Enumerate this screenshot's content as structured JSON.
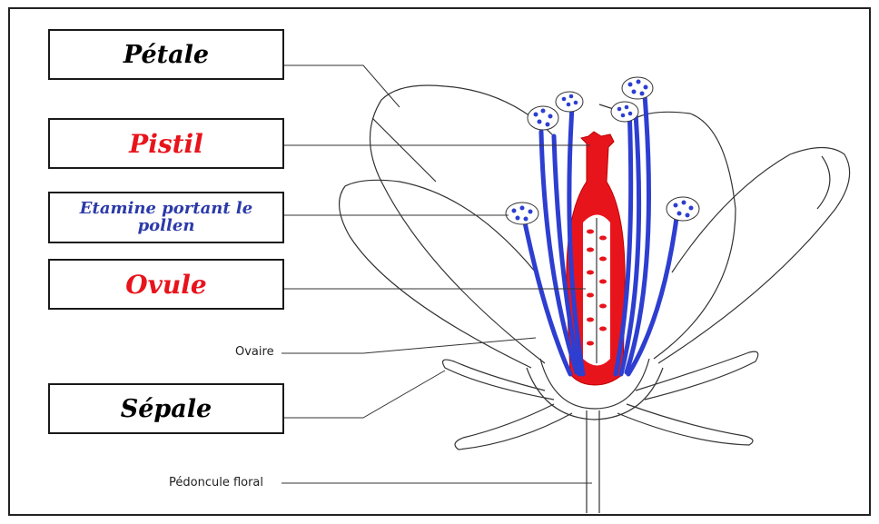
{
  "labels": {
    "petale": "Pétale",
    "pistil": "Pistil",
    "etamine": "Etamine portant le pollen",
    "ovule": "Ovule",
    "sepale": "Sépale",
    "ovaire": "Ovaire",
    "pedoncule": "Pédoncule floral"
  },
  "colors": {
    "petale": "#000000",
    "pistil": "#e8141c",
    "etamine": "#2c3aa8",
    "ovule": "#e8141c",
    "sepale": "#000000",
    "outline": "#333333",
    "stamen": "#2d3ed0"
  }
}
